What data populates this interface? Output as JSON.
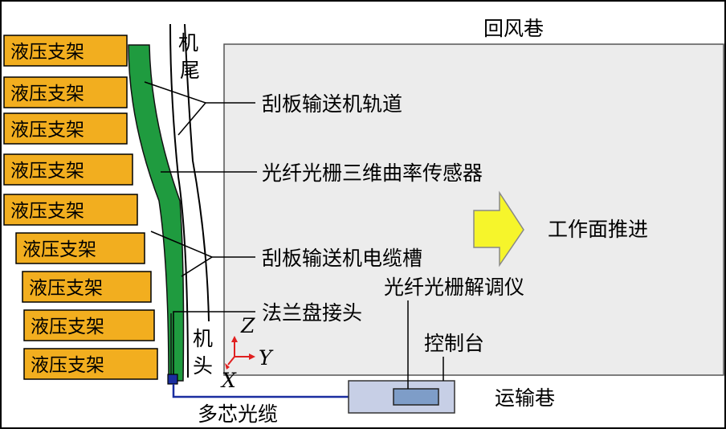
{
  "colors": {
    "support_fill": "#f2ae1f",
    "panel_gray": "#ececec",
    "conveyor_green": "#1f9b3f",
    "arrow_yellow": "#f6f52b",
    "cable_blue": "#1a2ea0",
    "console_fill": "#c7cfe6",
    "device_fill": "#7e9dc8",
    "axis_red": "#e02020"
  },
  "supports": [
    {
      "label": "液压支架"
    },
    {
      "label": "液压支架"
    },
    {
      "label": "液压支架"
    },
    {
      "label": "液压支架"
    },
    {
      "label": "液压支架"
    },
    {
      "label": "液压支架"
    },
    {
      "label": "液压支架"
    },
    {
      "label": "液压支架"
    },
    {
      "label": "液压支架"
    }
  ],
  "labels": {
    "tail_char1": "机",
    "tail_char2": "尾",
    "head_char1": "机",
    "head_char2": "头",
    "return_airway": "回风巷",
    "conveyor_track": "刮板输送机轨道",
    "fbg_sensor": "光纤光栅三维曲率传感器",
    "face_advance": "工作面推进",
    "cable_trough": "刮板输送机电缆槽",
    "fbg_demodulator": "光纤光栅解调仪",
    "flange_joint": "法兰盘接头",
    "console": "控制台",
    "haulage_airway": "运输巷",
    "multicore_cable": "多芯光缆",
    "axis_z": "Z",
    "axis_y": "Y",
    "axis_x": "X"
  }
}
